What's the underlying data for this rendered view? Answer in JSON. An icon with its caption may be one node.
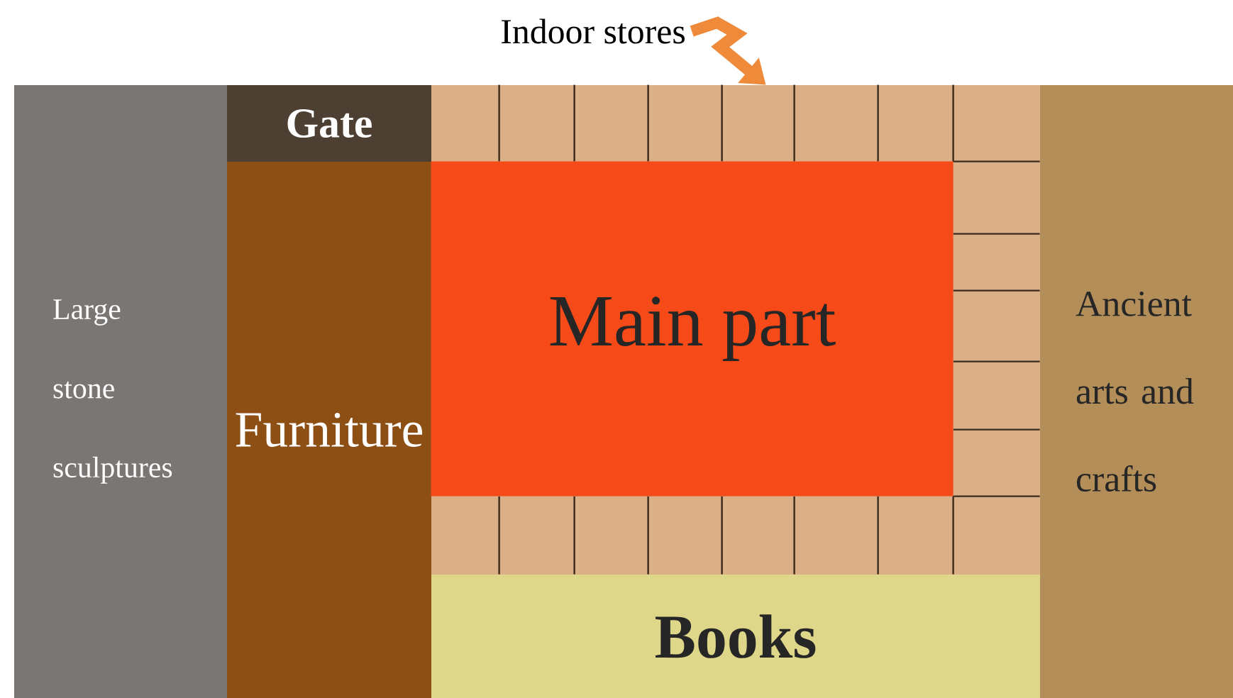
{
  "diagram": {
    "nodes": [
      {
        "text": [
          "Large stone sculptures"
        ]
      },
      {
        "text": [
          "Gate"
        ]
      },
      {
        "text": [
          "Furniture"
        ]
      },
      {
        "text": [],
        "shape": "box"
      },
      {
        "text": [
          "Main part"
        ],
        "in": 3
      },
      {
        "text": [
          "Books"
        ]
      },
      {
        "text": [
          "Ancient arts and crafts"
        ]
      },
      {
        "text": [
          "Indoor stores"
        ]
      }
    ],
    "edges": [
      {
        "from": 7,
        "to": 3,
        "arrow": "to"
      }
    ]
  }
}
